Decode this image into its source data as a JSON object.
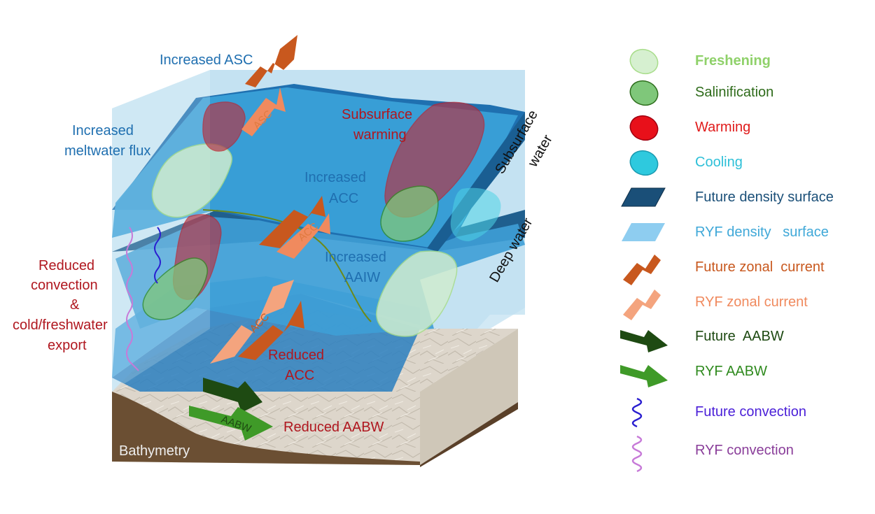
{
  "diagram": {
    "labels": {
      "increased_asc": "Increased ASC",
      "asc_tag": "ASC",
      "increased_meltwater_1": "Increased",
      "increased_meltwater_2": "meltwater flux",
      "subsurface_warming_1": "Subsurface",
      "subsurface_warming_2": "warming",
      "subsurface_water_1": "Subsurface",
      "subsurface_water_2": "water",
      "increased_acc_1": "Increased",
      "increased_acc_2": "ACC",
      "acc_tag": "ACC",
      "increased_aaiw_1": "Increased",
      "increased_aaiw_2": "AAIW",
      "deep_water": "Deep water",
      "reduced_convection_1": "Reduced",
      "reduced_convection_2": "convection",
      "reduced_convection_3": "&",
      "reduced_convection_4": "cold/freshwater",
      "reduced_convection_5": "export",
      "reduced_acc_1": "Reduced",
      "reduced_acc_2": "ACC",
      "aabw_tag": "AABW",
      "reduced_aabw": "Reduced AABW",
      "bathymetry": "Bathymetry"
    }
  },
  "legend": {
    "items": [
      {
        "icon": "freshening-ellipse-icon",
        "label": "Freshening",
        "color": "#8fd16a"
      },
      {
        "icon": "salinification-ellipse-icon",
        "label": "Salinification",
        "color": "#2e6b1a"
      },
      {
        "icon": "warming-ellipse-icon",
        "label": "Warming",
        "color": "#e01b1b"
      },
      {
        "icon": "cooling-ellipse-icon",
        "label": "Cooling",
        "color": "#2ec0d8"
      },
      {
        "icon": "future-density-surface-icon",
        "label": "Future density surface",
        "color": "#1a4f78"
      },
      {
        "icon": "ryf-density-surface-icon",
        "label": "RYF density   surface",
        "color": "#3fa8d8"
      },
      {
        "icon": "future-zonal-current-icon",
        "label": "Future zonal  current",
        "color": "#c8581e"
      },
      {
        "icon": "ryf-zonal-current-icon",
        "label": "RYF zonal current",
        "color": "#f08a5e"
      },
      {
        "icon": "future-aabw-icon",
        "label": "Future  AABW",
        "color": "#1e4a12"
      },
      {
        "icon": "ryf-aabw-icon",
        "label": "RYF AABW",
        "color": "#2f8a1e"
      },
      {
        "icon": "future-convection-icon",
        "label": "Future convection",
        "color": "#4a1fd8"
      },
      {
        "icon": "ryf-convection-icon",
        "label": "RYF convection",
        "color": "#8a3e9a"
      }
    ]
  },
  "colors": {
    "label_blue": "#1f6fb0",
    "label_red": "#b0171f",
    "label_black": "#111111"
  }
}
